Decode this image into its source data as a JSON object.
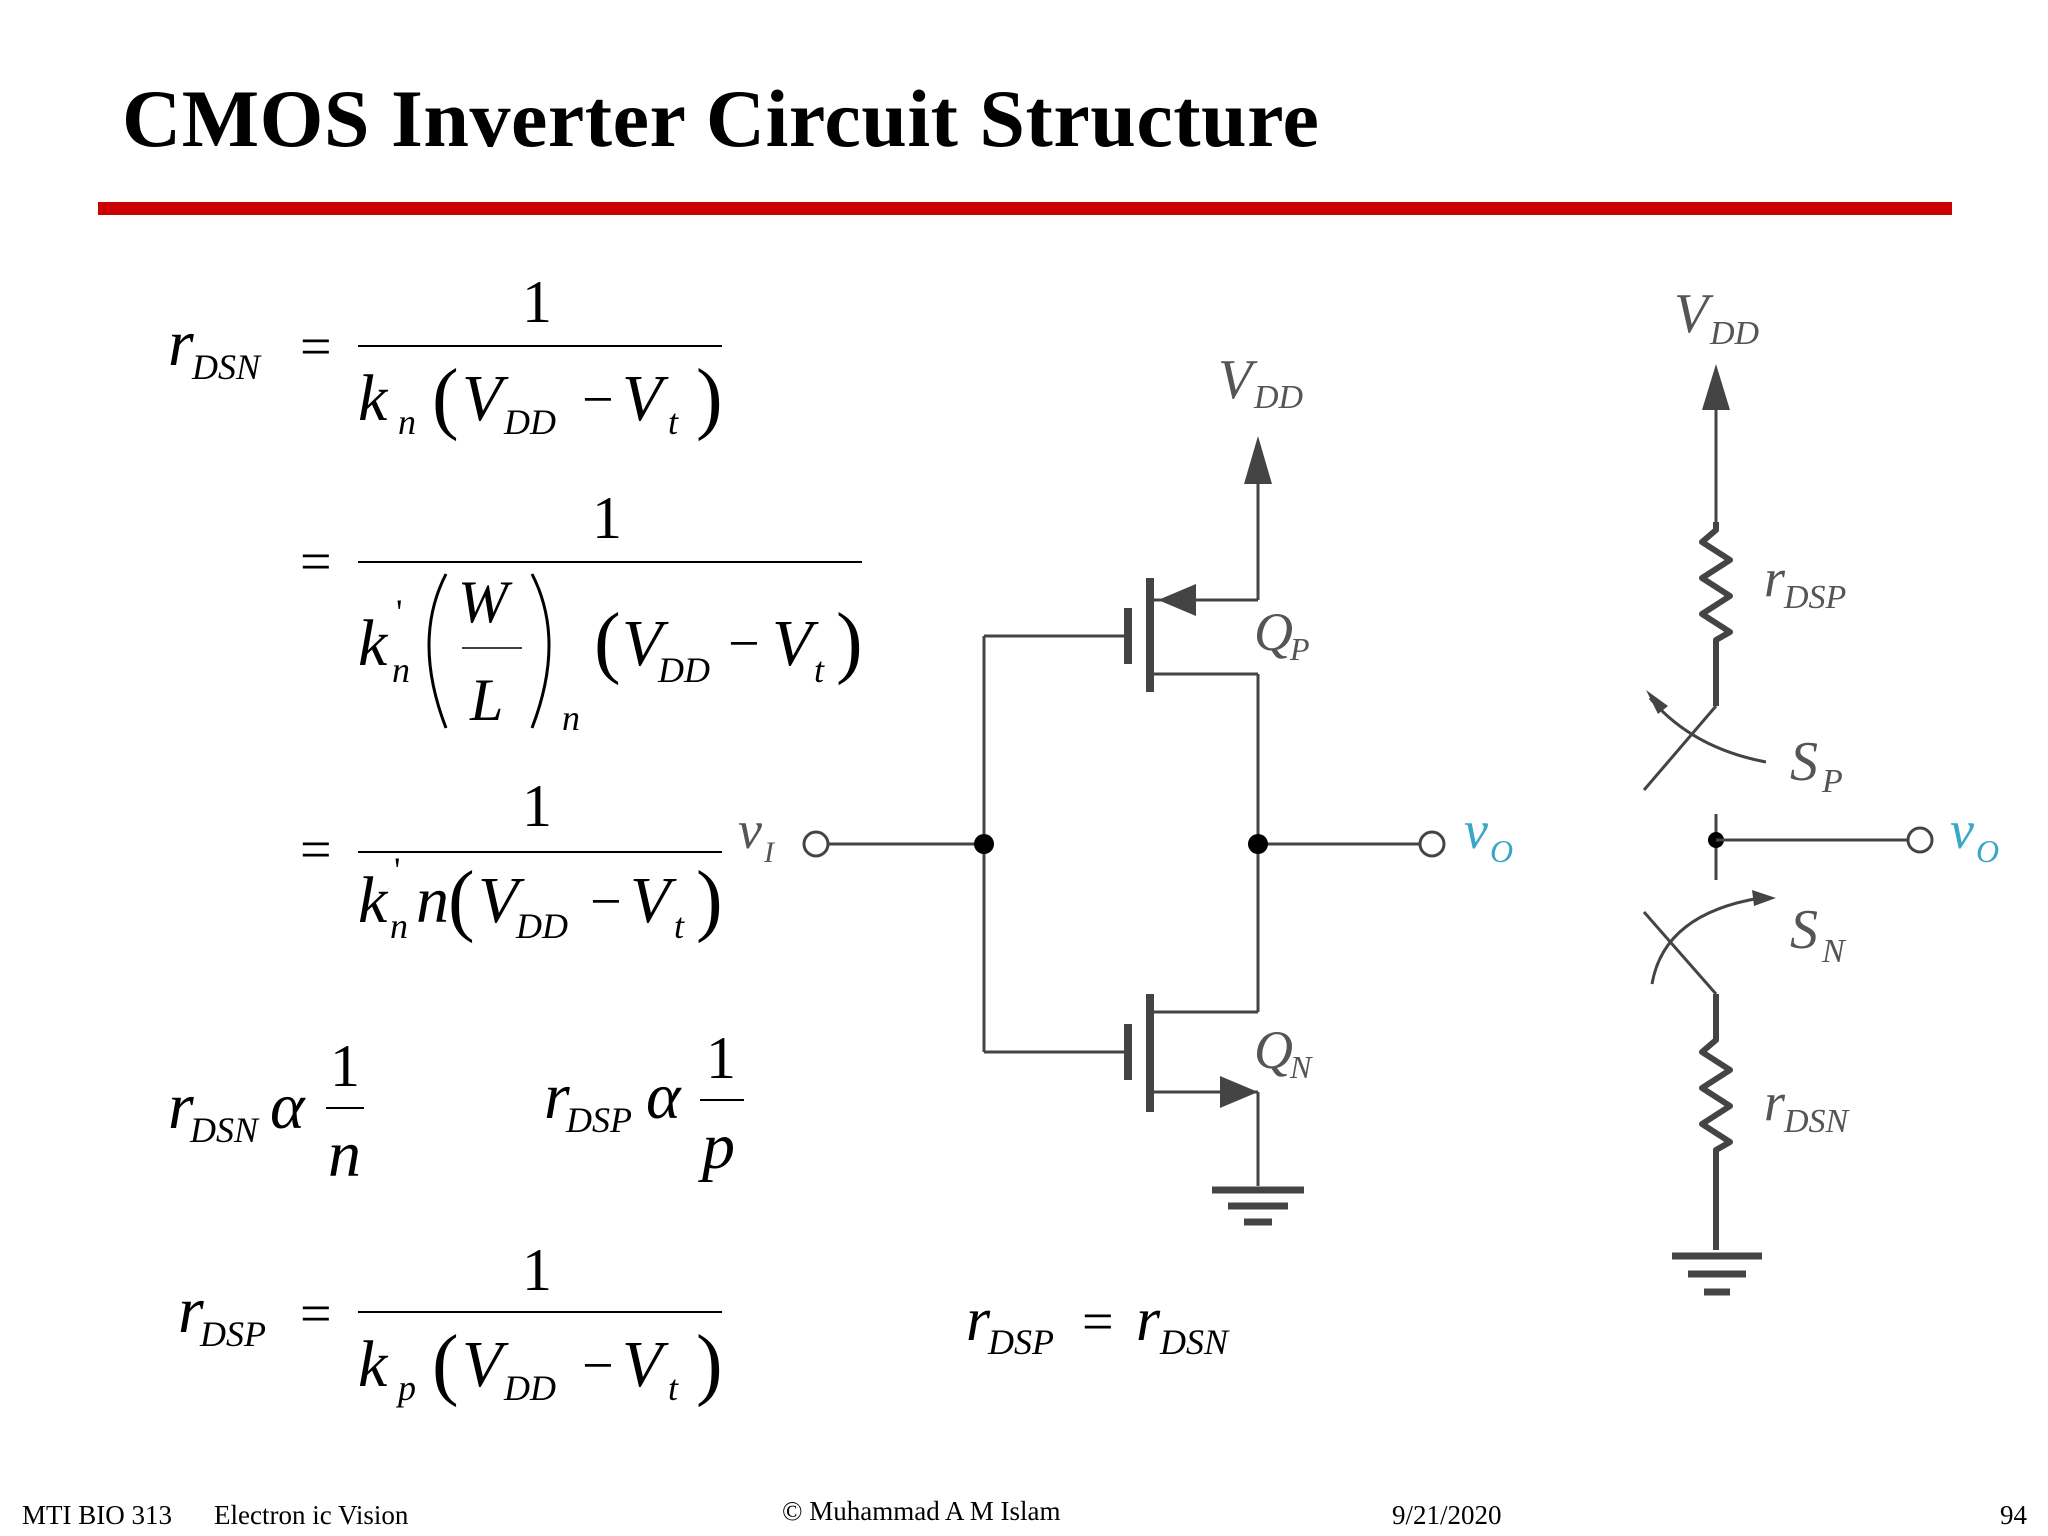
{
  "slide": {
    "title": "CMOS Inverter Circuit Structure"
  },
  "symbols": {
    "r": "r",
    "DSN": "DSN",
    "DSP": "DSP",
    "one": "1",
    "equals": "=",
    "minus": "−",
    "k": "k",
    "n": "n",
    "p": "p",
    "V": "V",
    "DD": "DD",
    "t": "t",
    "W": "W",
    "L": "L",
    "prime": "'",
    "alpha": "α",
    "lparen": "(",
    "rparen": ")"
  },
  "circuit": {
    "vdd": "V",
    "vdd_sub": "DD",
    "qp": "Q",
    "qp_sub": "P",
    "qn": "Q",
    "qn_sub": "N",
    "vi": "v",
    "vi_sub": "I",
    "vo": "v",
    "vo_sub": "O",
    "rdsp": "r",
    "rdsp_sub": "DSP",
    "rdsn": "r",
    "rdsn_sub": "DSN",
    "sp": "S",
    "sp_sub": "P",
    "sn": "S",
    "sn_sub": "N"
  },
  "colors": {
    "rule": "#cc0000",
    "output_label": "#3aa7c9",
    "wire": "#444444"
  },
  "footer": {
    "course": "MTI  BIO 313",
    "subject": "Electron ic Vision",
    "copyright": "© Muhammad A M Islam",
    "date": "9/21/2020",
    "page": "94"
  }
}
